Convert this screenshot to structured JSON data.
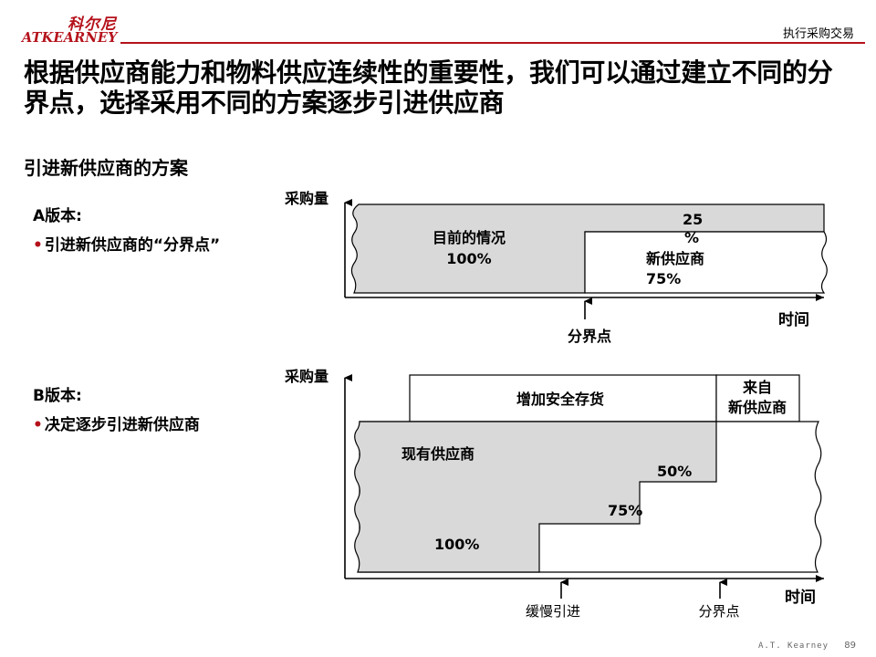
{
  "header": {
    "logo_cn": "科尔尼",
    "logo_en": "ATKEARNEY",
    "section_label": "执行采购交易"
  },
  "slide": {
    "title": "根据供应商能力和物料供应连续性的重要性，我们可以通过建立不同的分界点，选择采用不同的方案逐步引进供应商",
    "subtitle": "引进新供应商的方案"
  },
  "version_a": {
    "label": "A版本:",
    "bullet": "引进新供应商的“分界点”",
    "chart": {
      "y_label": "采购量",
      "x_label": "时间",
      "current_label": "目前的情况",
      "current_pct": "100%",
      "top_pct_line1": "25",
      "top_pct_line2": "%",
      "new_label": "新供应商",
      "new_pct": "75%",
      "marker_label": "分界点"
    }
  },
  "version_b": {
    "label": "B版本:",
    "bullet": "决定逐步引进新供应商",
    "chart": {
      "y_label": "采购量",
      "x_label": "时间",
      "safety_stock_label": "增加安全存货",
      "from_new_line1": "来自",
      "from_new_line2": "新供应商",
      "existing_label": "现有供应商",
      "pct_50": "50%",
      "pct_75": "75%",
      "pct_100": "100%",
      "marker1_label": "缓慢引进",
      "marker2_label": "分界点"
    }
  },
  "footer": {
    "company": "A.T. Kearney",
    "page": "89"
  },
  "colors": {
    "brand_red": "#b5121b",
    "fill_gray": "#d9d9d9",
    "outline": "#000000"
  }
}
